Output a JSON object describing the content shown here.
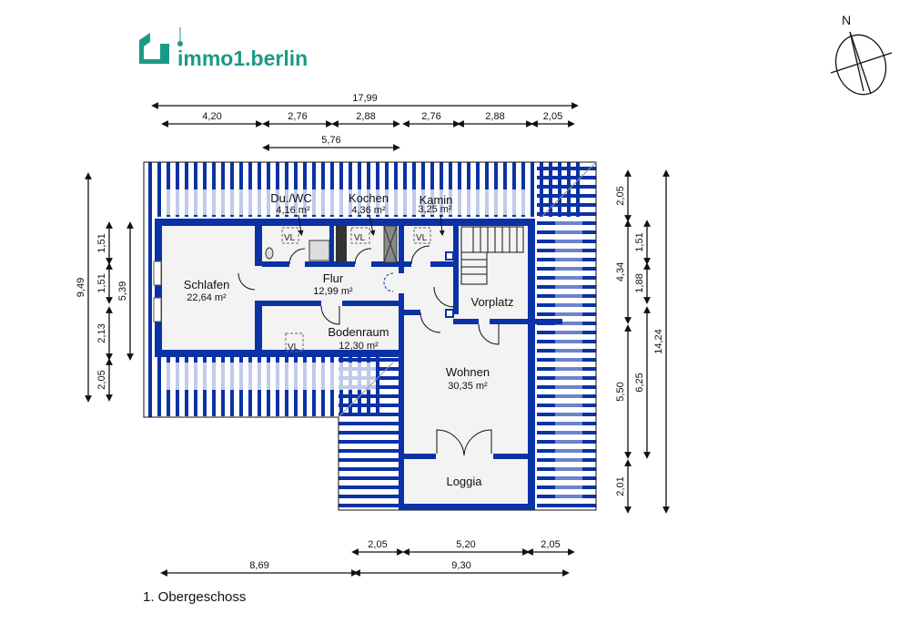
{
  "logo": {
    "text": "immo1.berlin",
    "color": "#1a9a86"
  },
  "compass": {
    "label": "N"
  },
  "floor_label": "1. Obergeschoss",
  "colors": {
    "wall": "#0a32a6",
    "floor": "#f3f3f3",
    "hatch": "#0a32a6"
  },
  "rooms": [
    {
      "name": "Du./WC",
      "area": "4,16 m²"
    },
    {
      "name": "Kochen",
      "area": "4,36 m²"
    },
    {
      "name": "Kamin",
      "area": "3,25 m²"
    },
    {
      "name": "Schlafen",
      "area": "22,64 m²"
    },
    {
      "name": "Flur",
      "area": "12,99 m²"
    },
    {
      "name": "Vorplatz",
      "area": ""
    },
    {
      "name": "Bodenraum",
      "area": "12,30 m²"
    },
    {
      "name": "Wohnen",
      "area": "30,35 m²"
    },
    {
      "name": "Loggia",
      "area": ""
    }
  ],
  "vl_label": "VL",
  "dimensions": {
    "top": [
      "17,99",
      "4,20",
      "2,76",
      "2,88",
      "2,76",
      "2,88",
      "2,05",
      "5,76"
    ],
    "left": [
      "9,49",
      "1,51",
      "1,51",
      "2,13",
      "2,05",
      "5,39"
    ],
    "right": [
      "2,05",
      "4,34",
      "5,50",
      "2,01",
      "1,51",
      "1,88",
      "6,25",
      "14,24"
    ],
    "bottom": [
      "2,05",
      "5,20",
      "2,05",
      "8,69",
      "9,30"
    ]
  }
}
